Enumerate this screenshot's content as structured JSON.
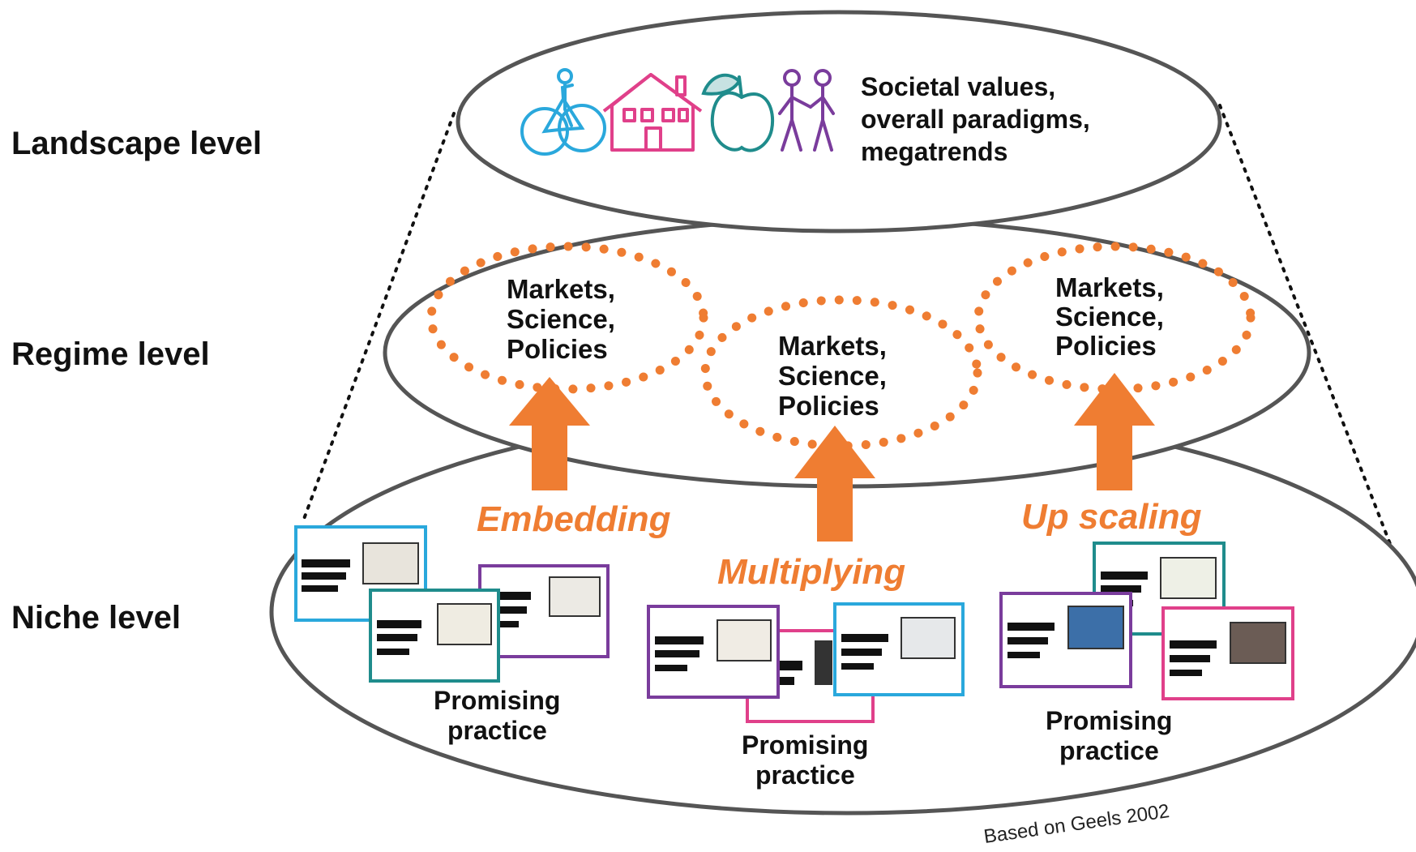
{
  "levels": {
    "landscape": "Landscape level",
    "regime": "Regime level",
    "niche": "Niche level"
  },
  "landscape": {
    "lines": [
      "Societal values,",
      "overall paradigms,",
      "megatrends"
    ],
    "icons": [
      "bicycle-icon",
      "house-icon",
      "apple-icon",
      "people-icon"
    ]
  },
  "regime": {
    "groups": [
      [
        "Markets,",
        "Science,",
        "Policies"
      ],
      [
        "Markets,",
        "Science,",
        "Policies"
      ],
      [
        "Markets,",
        "Science,",
        "Policies"
      ]
    ]
  },
  "arrows": {
    "embedding": "Embedding",
    "multiplying": "Multiplying",
    "upscaling": "Up scaling"
  },
  "niche": {
    "practices": [
      [
        "Promising",
        "practice"
      ],
      [
        "Promising",
        "practice"
      ],
      [
        "Promising",
        "practice"
      ]
    ]
  },
  "citation": "Based on Geels 2002",
  "colors": {
    "accent": "#ef7d32",
    "outline": "#4a4a4a",
    "blue": "#2aa8dc",
    "pink": "#e0408a",
    "teal": "#1f8c8c",
    "purple": "#7a3c9c"
  }
}
